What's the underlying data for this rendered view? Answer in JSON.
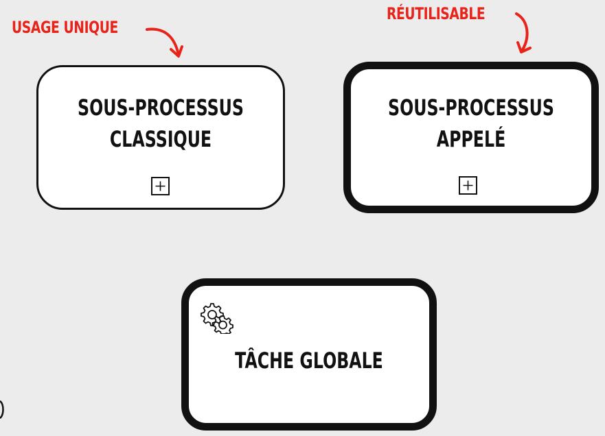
{
  "annotations": {
    "single_use": "USAGE UNIQUE",
    "reusable": "RÉUTILISABLE",
    "color": "#e8231a"
  },
  "subprocess_classic": {
    "line1": "SOUS-PROCESSUS",
    "line2": "CLASSIQUE",
    "marker_icon": "plus-square-icon"
  },
  "subprocess_called": {
    "line1": "SOUS-PROCESSUS",
    "line2": "APPELÉ",
    "marker_icon": "plus-square-icon"
  },
  "global_task": {
    "label": "TÂCHE GLOBALE",
    "icon": "gear-icon"
  }
}
